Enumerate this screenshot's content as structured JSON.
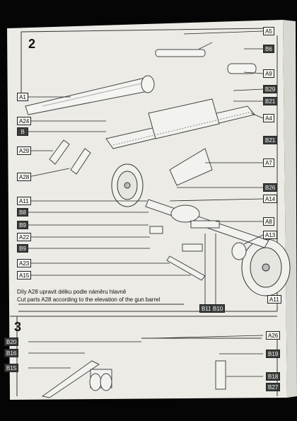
{
  "step2": {
    "number": "2",
    "labels": {
      "A5": "A5",
      "B6": "B6",
      "A9": "A9",
      "B29": "B29",
      "B21a": "B21",
      "A4": "A4",
      "B21b": "B21",
      "A7": "A7",
      "B26": "B26",
      "A14": "A14",
      "A8": "A8",
      "A13": "A13",
      "A11r": "A11",
      "B11": "B11",
      "B10": "B10",
      "A1": "A1",
      "A24": "A24",
      "B": "B",
      "A29": "A29",
      "A28": "A28",
      "A11l": "A11",
      "B8": "B8",
      "B9a": "B9",
      "A22": "A22",
      "B9b": "B9",
      "A23": "A23",
      "A15": "A15"
    },
    "note_cz": "Díly A28 upravit délku podle náměru hlavně",
    "note_en": "Cut parts A28  according to the elevation of the gun barrel"
  },
  "step3": {
    "number": "3",
    "labels": {
      "B20": "B20",
      "B16": "B16",
      "B15": "B15",
      "A26": "A26",
      "B19": "B19",
      "B18": "B18",
      "B27": "B27"
    }
  }
}
